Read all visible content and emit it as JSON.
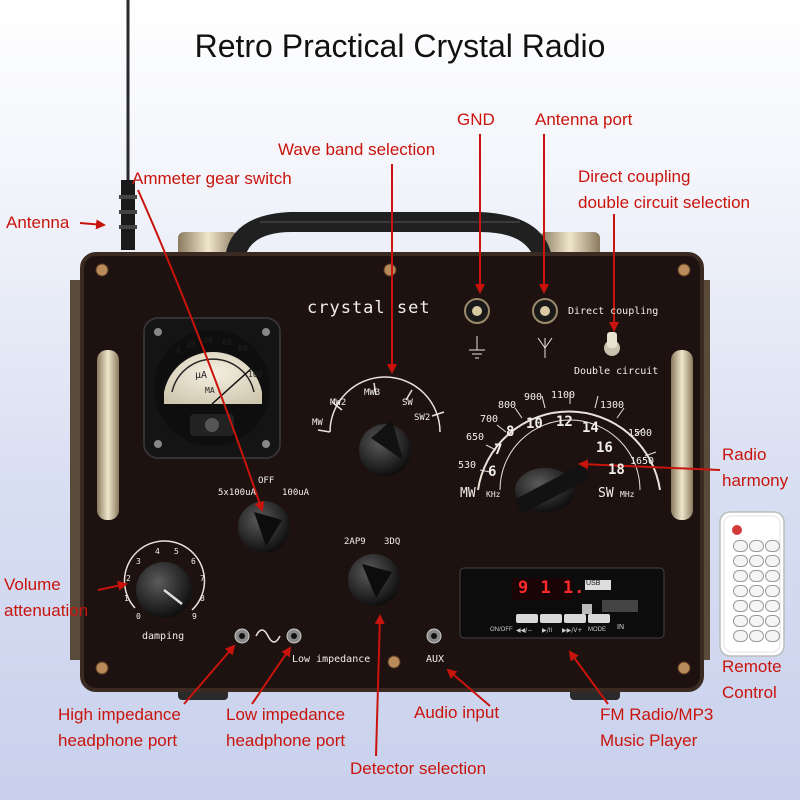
{
  "title": "Retro Practical Crystal Radio",
  "panel": {
    "brand": "crystal set",
    "band_labels": [
      "MW",
      "MW2",
      "MW3",
      "SW",
      "SW2"
    ],
    "ammeter_positions": {
      "off": "OFF",
      "low": "5x100uA",
      "high": "100uA"
    },
    "detector_positions": {
      "left": "2AP9",
      "right": "3DQ"
    },
    "damping_label": "damping",
    "damping_scale": [
      "0",
      "1",
      "2",
      "3",
      "4",
      "5",
      "6",
      "7",
      "8",
      "9"
    ],
    "low_impedance_label": "Low impedance",
    "aux_label": "AUX",
    "direct_coupling": "Direct coupling",
    "double_circuit": "Double circuit",
    "dial_mw_scale": [
      "530",
      "650",
      "700",
      "800",
      "900",
      "1100",
      "1300",
      "1500",
      "1650"
    ],
    "dial_sw_scale": [
      "6",
      "7",
      "8",
      "10",
      "12",
      "14",
      "16",
      "18"
    ],
    "dial_mw_unit": "MW",
    "dial_mw_khz": "KHz",
    "dial_sw_unit": "SW",
    "dial_sw_mhz": "MHz",
    "meter_scale": [
      "0",
      "20",
      "40",
      "60",
      "80",
      "100"
    ],
    "meter_unit": "μA",
    "meter_mark": "ΜA",
    "mp3_display": "9 1 1.",
    "mp3_buttons": [
      "ON/OFF",
      "◀◀/−",
      "▶/II",
      "▶▶/V+",
      "MODE"
    ],
    "mp3_card": "USB",
    "mp3_in": "IN"
  },
  "callouts": {
    "antenna": "Antenna",
    "ammeter_gear_switch": "Ammeter gear switch",
    "wave_band_selection": "Wave band selection",
    "gnd": "GND",
    "antenna_port": "Antenna port",
    "direct_coupling_selection_1": "Direct coupling",
    "direct_coupling_selection_2": "double circuit selection",
    "radio_harmony_1": "Radio",
    "radio_harmony_2": "harmony",
    "volume_attenuation_1": "Volume",
    "volume_attenuation_2": "attenuation",
    "remote_control_1": "Remote",
    "remote_control_2": "Control",
    "high_impedance_1": "High impedance",
    "high_impedance_2": "headphone port",
    "low_impedance_1": "Low impedance",
    "low_impedance_2": "headphone port",
    "audio_input": "Audio input",
    "fm_radio_1": "FM Radio/MP3",
    "fm_radio_2": "Music Player",
    "detector_selection": "Detector selection"
  },
  "colors": {
    "label_red": "#c8140c",
    "panel": "#1d1210",
    "frame": "#2a1c18",
    "handle": "#222222",
    "background_top": "#ffffff",
    "background_bottom": "#c8d0ec"
  }
}
